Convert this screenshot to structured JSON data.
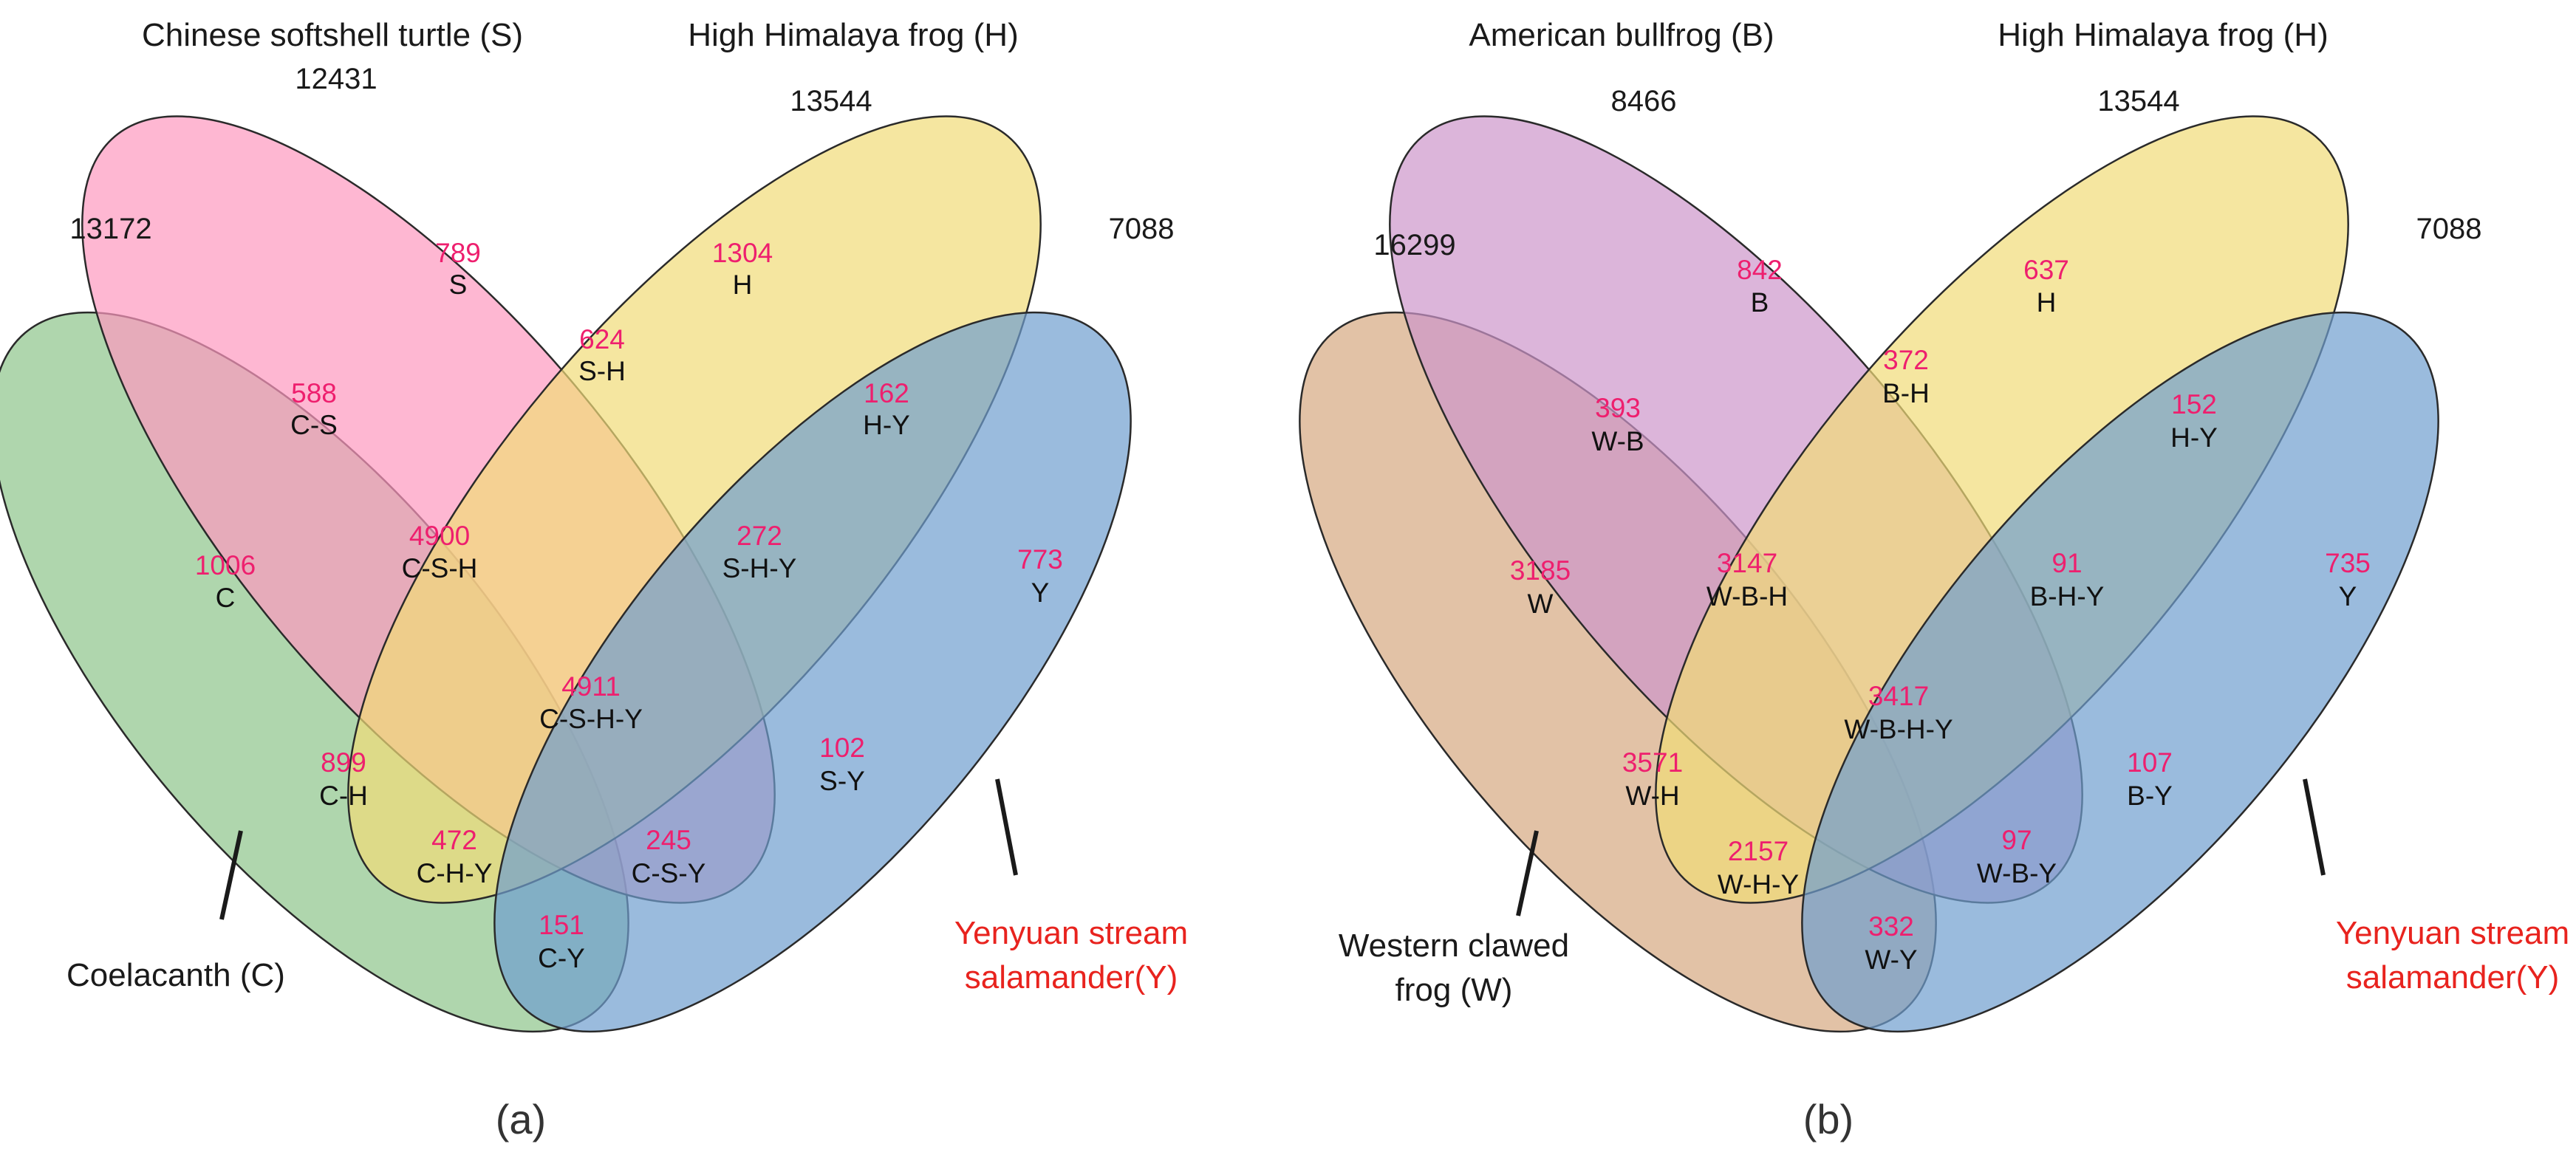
{
  "colors": {
    "count": "#ee1f6e",
    "name": "#111111",
    "salamander_label": "#e8231e",
    "outline": "#2a2a2a"
  },
  "panels": [
    {
      "id": "a",
      "label": "(a)",
      "sets": [
        {
          "key": "C",
          "name": "Coelacanth (C)",
          "total": "13172",
          "color": "#8dc58a"
        },
        {
          "key": "S",
          "name": "Chinese softshell turtle (S)",
          "total": "12431",
          "color": "#fd98bf"
        },
        {
          "key": "H",
          "name": "High Himalaya frog (H)",
          "total": "13544",
          "color": "#f1dc77"
        },
        {
          "key": "Y",
          "name": "Yenyuan stream salamander(Y)",
          "name_lines": [
            "Yenyuan stream",
            "salamander(Y)"
          ],
          "total": "7088",
          "color": "#6f9ecf"
        }
      ],
      "regions": [
        {
          "name": "C",
          "count": "1006"
        },
        {
          "name": "S",
          "count": "789"
        },
        {
          "name": "H",
          "count": "1304"
        },
        {
          "name": "Y",
          "count": "773"
        },
        {
          "name": "C-S",
          "count": "588"
        },
        {
          "name": "S-H",
          "count": "624"
        },
        {
          "name": "H-Y",
          "count": "162"
        },
        {
          "name": "C-S-H",
          "count": "4900"
        },
        {
          "name": "S-H-Y",
          "count": "272"
        },
        {
          "name": "C-S-H-Y",
          "count": "4911"
        },
        {
          "name": "C-H",
          "count": "899"
        },
        {
          "name": "S-Y",
          "count": "102"
        },
        {
          "name": "C-H-Y",
          "count": "472"
        },
        {
          "name": "C-S-Y",
          "count": "245"
        },
        {
          "name": "C-Y",
          "count": "151"
        }
      ]
    },
    {
      "id": "b",
      "label": "(b)",
      "sets": [
        {
          "key": "W",
          "name": "Western clawed frog (W)",
          "name_lines": [
            "Western clawed",
            "frog (W)"
          ],
          "total": "16299",
          "color": "#d5a880"
        },
        {
          "key": "B",
          "name": "American bullfrog (B)",
          "total": "8466",
          "color": "#cd96cb"
        },
        {
          "key": "H",
          "name": "High Himalaya frog (H)",
          "total": "13544",
          "color": "#f1dc77"
        },
        {
          "key": "Y",
          "name": "Yenyuan stream salamander(Y)",
          "name_lines": [
            "Yenyuan stream",
            "salamander(Y)"
          ],
          "total": "7088",
          "color": "#6f9ecf"
        }
      ],
      "regions": [
        {
          "name": "W",
          "count": "3185"
        },
        {
          "name": "B",
          "count": "842"
        },
        {
          "name": "H",
          "count": "637"
        },
        {
          "name": "Y",
          "count": "735"
        },
        {
          "name": "W-B",
          "count": "393"
        },
        {
          "name": "B-H",
          "count": "372"
        },
        {
          "name": "H-Y",
          "count": "152"
        },
        {
          "name": "W-B-H",
          "count": "3147"
        },
        {
          "name": "B-H-Y",
          "count": "91"
        },
        {
          "name": "W-B-H-Y",
          "count": "3417"
        },
        {
          "name": "W-H",
          "count": "3571"
        },
        {
          "name": "B-Y",
          "count": "107"
        },
        {
          "name": "W-H-Y",
          "count": "2157"
        },
        {
          "name": "W-B-Y",
          "count": "97"
        },
        {
          "name": "W-Y",
          "count": "332"
        }
      ]
    }
  ]
}
